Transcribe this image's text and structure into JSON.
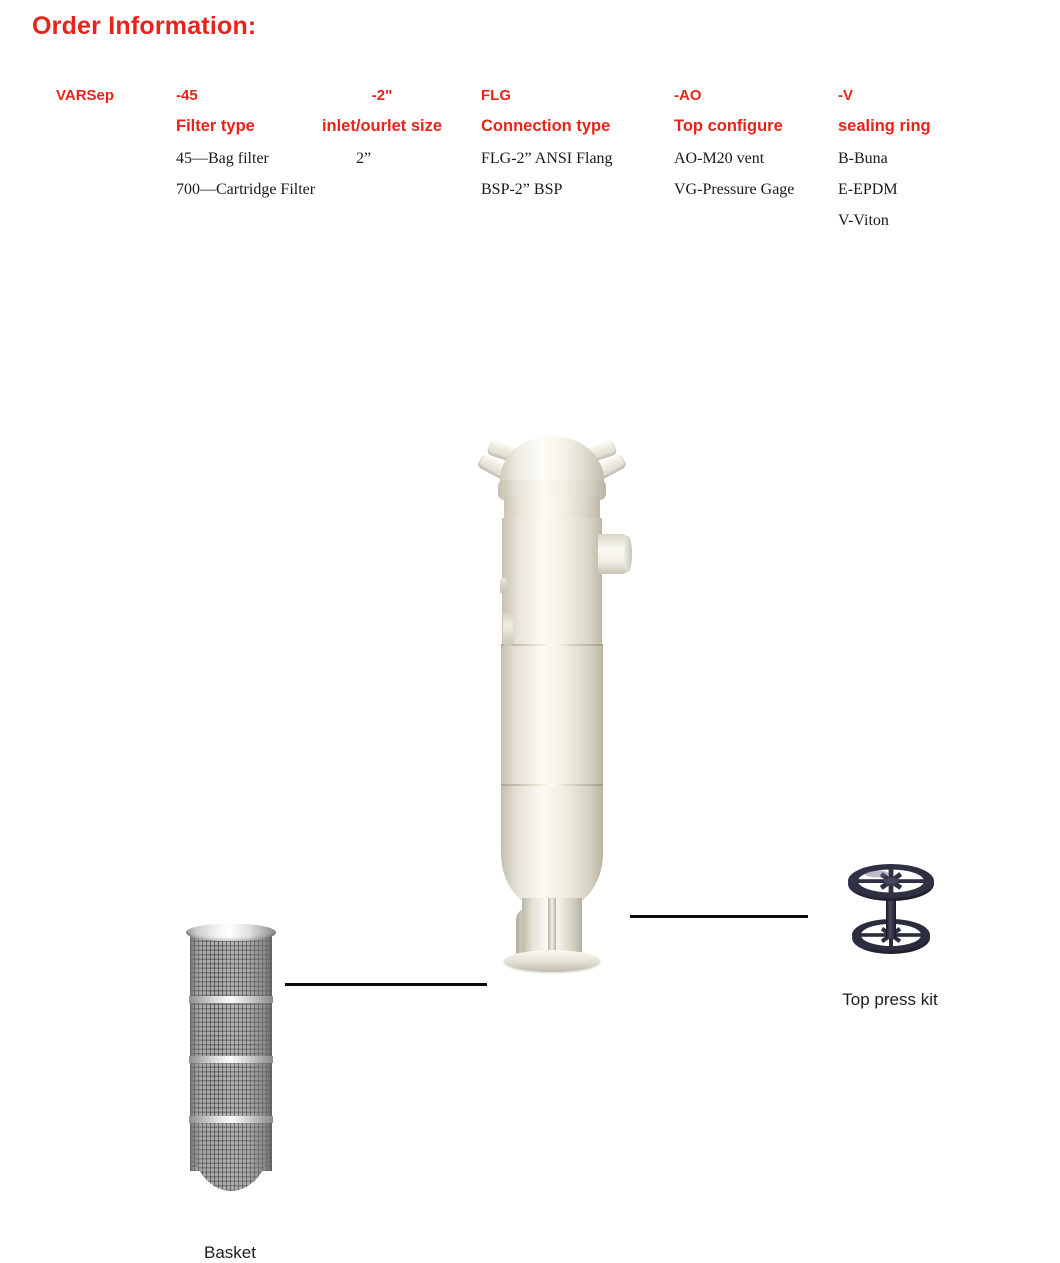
{
  "page": {
    "title": "Order Information:",
    "accent_red": "#e8231a",
    "body_text_color": "#1a1a1a",
    "background": "#ffffff"
  },
  "order_table": {
    "columns": [
      {
        "code": "VARSep",
        "heading": "",
        "options": []
      },
      {
        "code": "-45",
        "heading": "Filter type",
        "options": [
          "45—Bag filter",
          "700—Cartridge Filter"
        ]
      },
      {
        "code": "-2\"",
        "heading": "inlet/ourlet size",
        "options": [
          "2”"
        ]
      },
      {
        "code": "FLG",
        "heading": "Connection type",
        "options": [
          "FLG-2” ANSI Flang",
          "BSP-2” BSP"
        ]
      },
      {
        "code": "-AO",
        "heading": "Top configure",
        "options": [
          "AO-M20 vent",
          "VG-Pressure Gage"
        ]
      },
      {
        "code": "-V",
        "heading": "sealing ring",
        "options": [
          "B-Buna",
          "E-EPDM",
          "V-Viton"
        ]
      }
    ]
  },
  "figure": {
    "parts": [
      {
        "name": "basket",
        "caption": "Basket"
      },
      {
        "name": "filter-housing",
        "caption": ""
      },
      {
        "name": "top-press-kit",
        "caption": "Top press kit"
      }
    ],
    "leader_lines": [
      {
        "name": "basket-leader",
        "color": "#0b0b0b"
      },
      {
        "name": "top-press-kit-leader",
        "color": "#0b0b0b"
      }
    ]
  }
}
